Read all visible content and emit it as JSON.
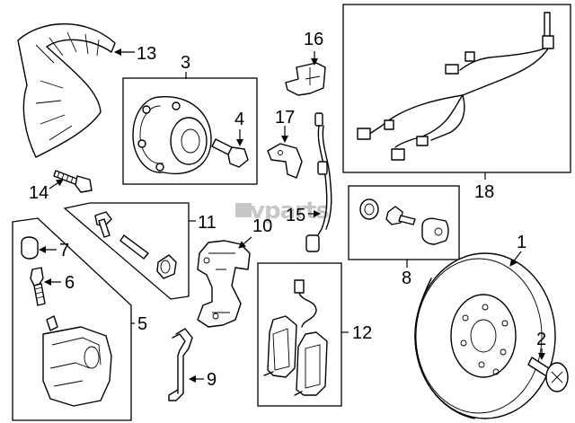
{
  "diagram": {
    "watermark": "vparts",
    "callouts": {
      "c1": "1",
      "c2": "2",
      "c3": "3",
      "c4": "4",
      "c5": "5",
      "c6": "6",
      "c7": "7",
      "c8": "8",
      "c9": "9",
      "c10": "10",
      "c11": "11",
      "c12": "12",
      "c13": "13",
      "c14": "14",
      "c15": "15",
      "c16": "16",
      "c17": "17",
      "c18": "18"
    }
  }
}
